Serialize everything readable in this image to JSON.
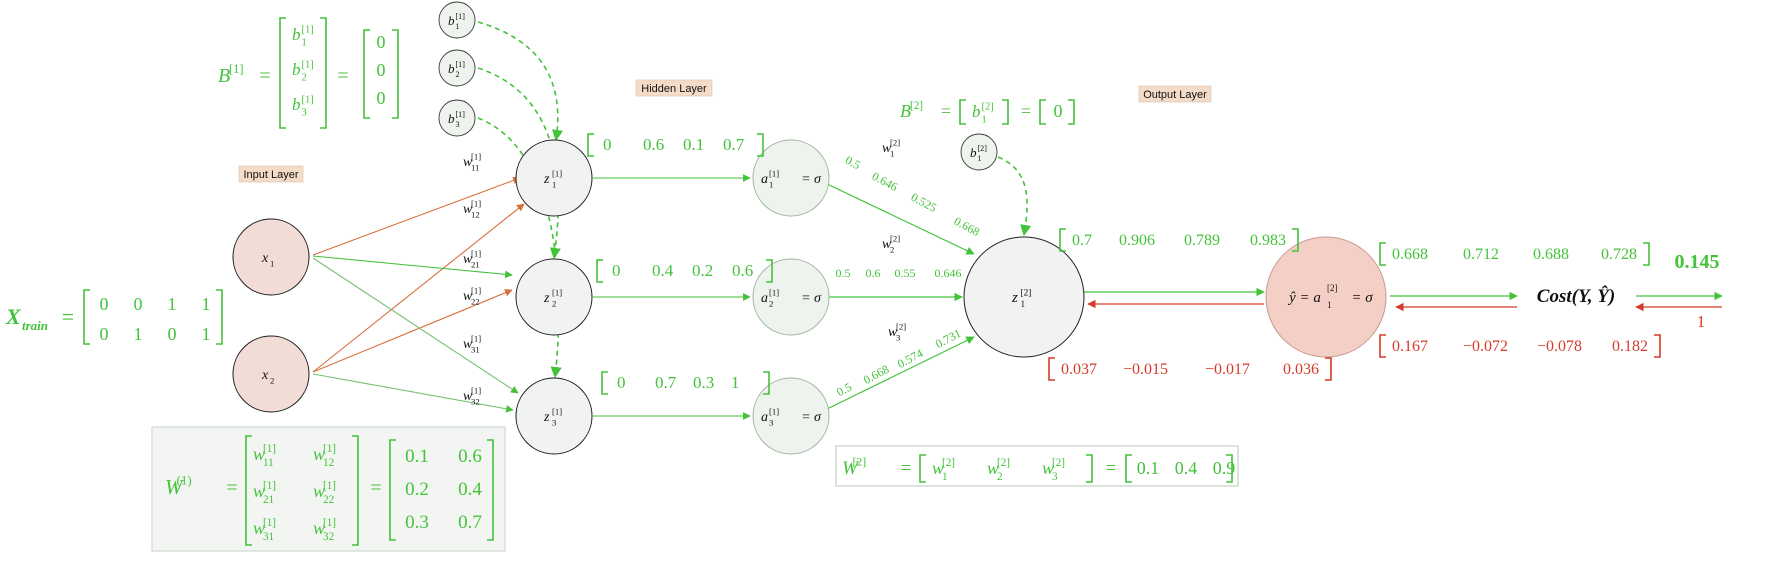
{
  "layer_labels": {
    "input": "Input Layer",
    "hidden": "Hidden Layer",
    "output": "Output Layer"
  },
  "bias1": {
    "lhs": "B",
    "sup": "[1]",
    "entries": [
      "b",
      "b",
      "b"
    ],
    "entry_subs": [
      "1",
      "2",
      "3"
    ],
    "entry_sups": [
      "[1]",
      "[1]",
      "[1]"
    ],
    "values": [
      "0",
      "0",
      "0"
    ]
  },
  "bias2": {
    "lhs": "B",
    "sup": "[2]",
    "entry": "b",
    "entry_sub": "1",
    "entry_sup": "[2]",
    "value": "0"
  },
  "xtrain": {
    "lhs": "X",
    "lhs_sub": "train",
    "rows": [
      [
        "0",
        "0",
        "1",
        "1"
      ],
      [
        "0",
        "1",
        "0",
        "1"
      ]
    ]
  },
  "w1_matrix": {
    "lhs": "W",
    "lhs_sup": "(1)",
    "symbols": [
      [
        "w",
        "w"
      ],
      [
        "w",
        "w"
      ],
      [
        "w",
        "w"
      ]
    ],
    "symbol_subs": [
      [
        "11",
        "12"
      ],
      [
        "21",
        "22"
      ],
      [
        "31",
        "32"
      ]
    ],
    "symbol_sup": "[1]",
    "values": [
      [
        "0.1",
        "0.6"
      ],
      [
        "0.2",
        "0.4"
      ],
      [
        "0.3",
        "0.7"
      ]
    ]
  },
  "w2_matrix": {
    "lhs": "W",
    "lhs_sup": "[2]",
    "symbols": [
      "w",
      "w",
      "w"
    ],
    "symbol_subs": [
      "1",
      "2",
      "3"
    ],
    "symbol_sup": "[2]",
    "values": [
      "0.1",
      "0.4",
      "0.9"
    ]
  },
  "input_nodes": [
    {
      "name": "x",
      "sub": "1"
    },
    {
      "name": "x",
      "sub": "2"
    }
  ],
  "bias_nodes_hidden": [
    {
      "name": "b",
      "sub": "1",
      "sup": "[1]"
    },
    {
      "name": "b",
      "sub": "2",
      "sup": "[1]"
    },
    {
      "name": "b",
      "sub": "3",
      "sup": "[1]"
    }
  ],
  "bias_node_output": {
    "name": "b",
    "sub": "1",
    "sup": "[2]"
  },
  "z_nodes": [
    {
      "name": "z",
      "sub": "1",
      "sup": "[1]"
    },
    {
      "name": "z",
      "sub": "2",
      "sup": "[1]"
    },
    {
      "name": "z",
      "sub": "3",
      "sup": "[1]"
    }
  ],
  "a_nodes": [
    {
      "name": "a",
      "sub": "1",
      "sup": "[1]",
      "rhs": "= σ"
    },
    {
      "name": "a",
      "sub": "2",
      "sup": "[1]",
      "rhs": "= σ"
    },
    {
      "name": "a",
      "sub": "3",
      "sup": "[1]",
      "rhs": "= σ"
    }
  ],
  "z2_node": {
    "name": "z",
    "sub": "1",
    "sup": "[2]"
  },
  "yhat_node": {
    "lhs": "ŷ = a",
    "sub": "1",
    "sup": "[2]",
    "rhs": "= σ"
  },
  "cost": {
    "label": "Cost(Y, Ŷ)",
    "value": "0.145",
    "grad": "1"
  },
  "hidden_weight_labels": [
    {
      "name": "w",
      "sub": "11",
      "sup": "[1]"
    },
    {
      "name": "w",
      "sub": "12",
      "sup": "[1]"
    },
    {
      "name": "w",
      "sub": "21",
      "sup": "[1]"
    },
    {
      "name": "w",
      "sub": "22",
      "sup": "[1]"
    },
    {
      "name": "w",
      "sub": "31",
      "sup": "[1]"
    },
    {
      "name": "w",
      "sub": "32",
      "sup": "[1]"
    }
  ],
  "output_weight_labels": [
    {
      "name": "w",
      "sub": "1",
      "sup": "[2]"
    },
    {
      "name": "w",
      "sub": "2",
      "sup": "[2]"
    },
    {
      "name": "w",
      "sub": "3",
      "sup": "[2]"
    }
  ],
  "z1_values": [
    [
      "0",
      "0.6",
      "0.1",
      "0.7"
    ],
    [
      "0",
      "0.4",
      "0.2",
      "0.6"
    ],
    [
      "0",
      "0.7",
      "0.3",
      "1"
    ]
  ],
  "a1_values": [
    [
      "0.5",
      "0.646",
      "0.525",
      "0.668"
    ],
    [
      "0.5",
      "0.6",
      "0.55",
      "0.646"
    ],
    [
      "0.5",
      "0.668",
      "0.574",
      "0.731"
    ]
  ],
  "z2_values": [
    "0.7",
    "0.906",
    "0.789",
    "0.983"
  ],
  "yhat_values": [
    "0.668",
    "0.712",
    "0.688",
    "0.728"
  ],
  "z2_grad": [
    "0.037",
    "−0.015",
    "−0.017",
    "0.036"
  ],
  "yhat_grad": [
    "0.167",
    "−0.072",
    "−0.078",
    "0.182"
  ],
  "colors": {
    "green": "#44c23a",
    "red": "#d63a2a",
    "input_fill": "#f2dcd6",
    "node_fill": "#f1f3f3",
    "hidden_fill": "#eef3ee",
    "yhat_fill": "#f4cfc6",
    "label_bg": "#f5dcc8",
    "box_bg": "#f3f5f3",
    "edge_orange": "#d8703a"
  }
}
